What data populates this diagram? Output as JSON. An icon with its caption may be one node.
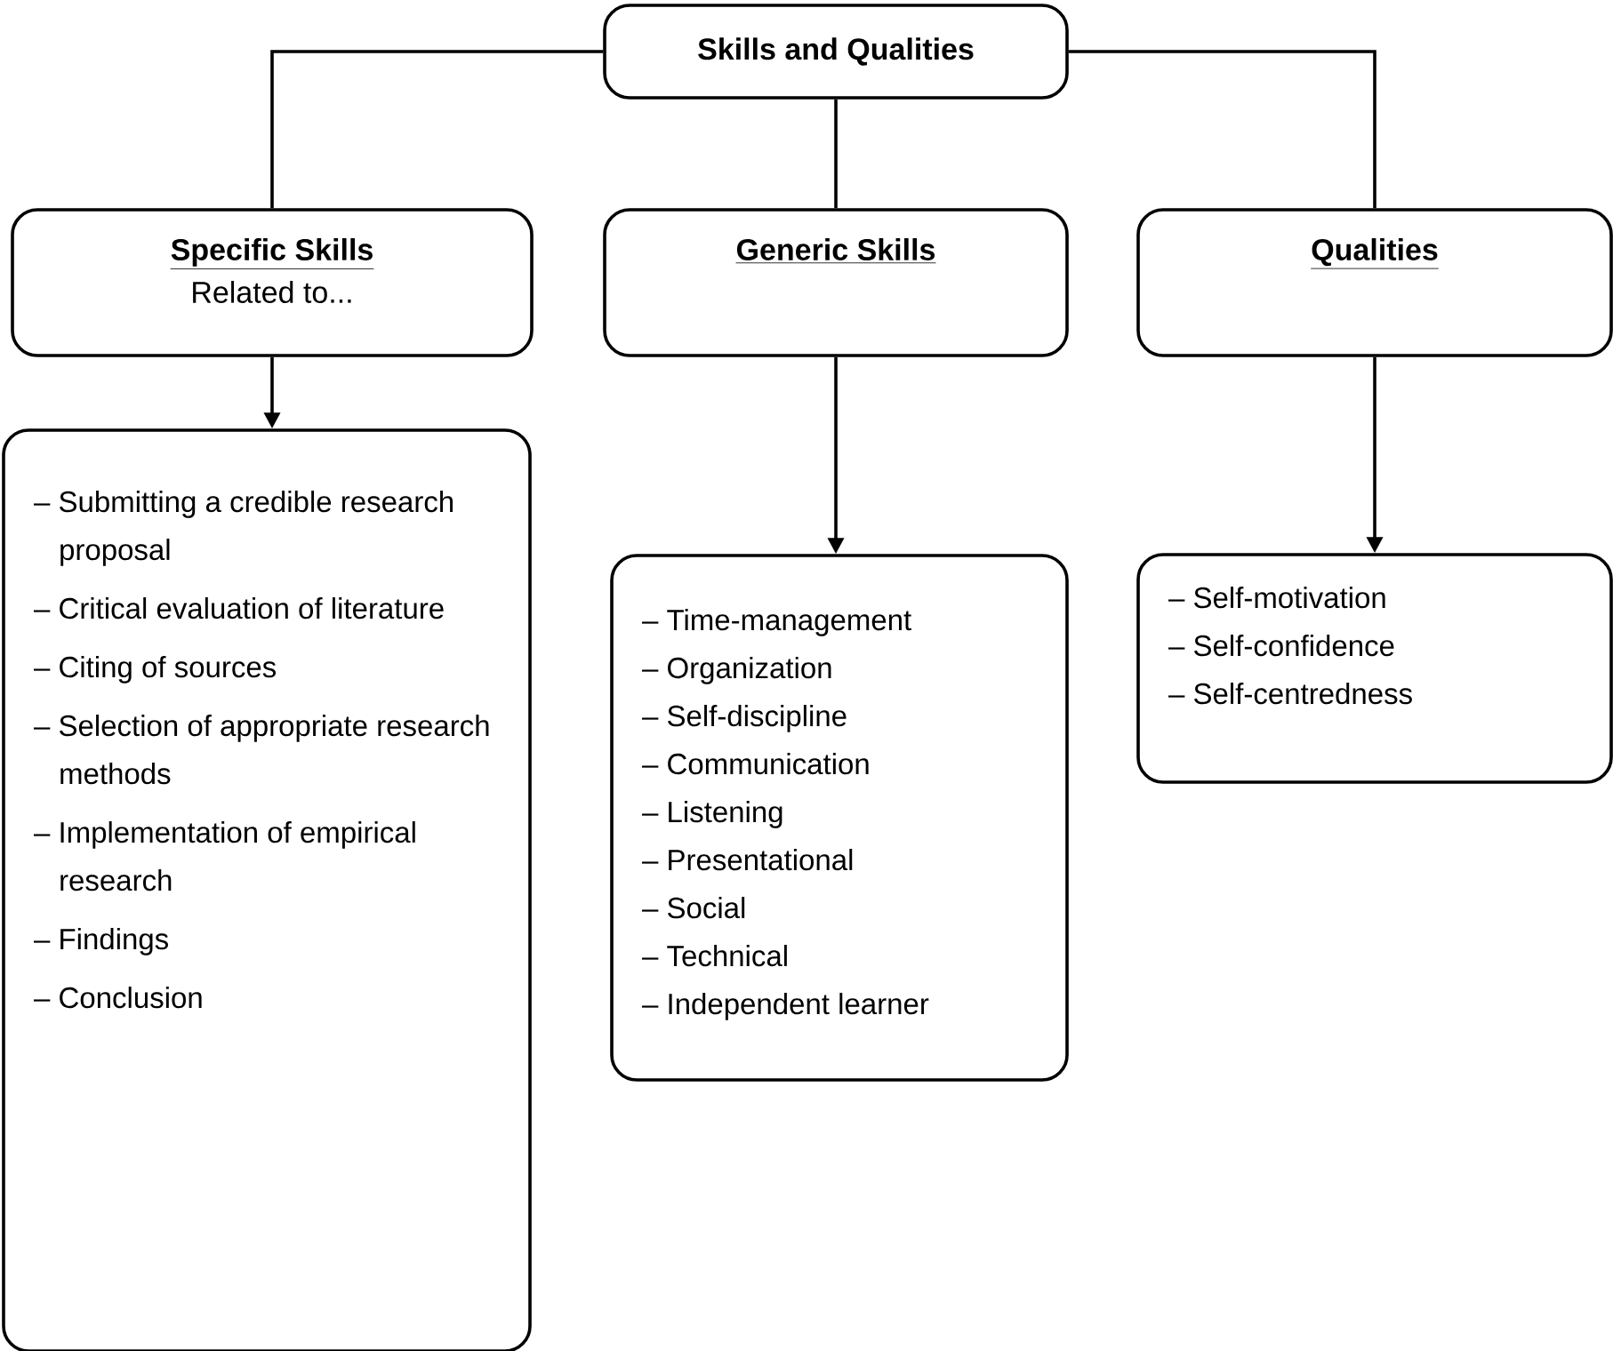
{
  "diagram": {
    "nodes": [
      {
        "text": [
          "Skills and Qualities"
        ]
      },
      {
        "text": [
          "Specific Skills",
          "Related to..."
        ]
      },
      {
        "text": [
          "Generic Skills"
        ]
      },
      {
        "text": [
          "Qualities"
        ]
      },
      {
        "text": [
          "– Submitting a credible research proposal",
          "– Critical evaluation of literature",
          "– Citing of sources",
          "– Selection of appropriate research methods",
          "– Implementation of empirical research",
          "– Findings",
          "– Conclusion"
        ]
      },
      {
        "text": [
          "– Time-management",
          "– Organization",
          "– Self-discipline",
          "– Communication",
          "– Listening",
          "– Presentational",
          "– Social",
          "– Technical",
          "– Independent learner"
        ]
      },
      {
        "text": [
          "– Self-motivation",
          "– Self-confidence",
          "– Self-centredness"
        ]
      }
    ],
    "edges": [
      {
        "from": 0,
        "to": 1,
        "arrow": "none"
      },
      {
        "from": 0,
        "to": 2,
        "arrow": "none"
      },
      {
        "from": 0,
        "to": 3,
        "arrow": "none"
      },
      {
        "from": 1,
        "to": 4,
        "arrow": "to"
      },
      {
        "from": 2,
        "to": 5,
        "arrow": "to"
      },
      {
        "from": 3,
        "to": 6,
        "arrow": "to"
      }
    ]
  }
}
